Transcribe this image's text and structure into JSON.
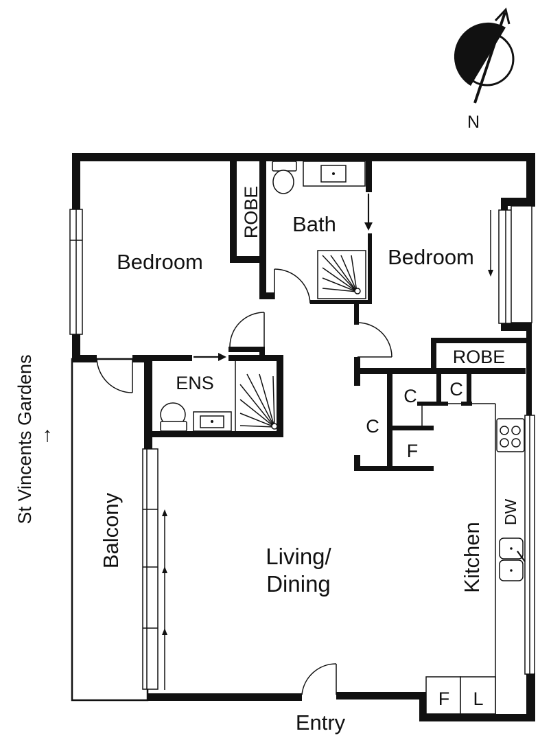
{
  "compass": {
    "label": "N"
  },
  "street": {
    "label": "St Vincents Gardens",
    "arrow": "↑"
  },
  "rooms": {
    "bedroom_left": "Bedroom",
    "robe_left": "ROBE",
    "bath": "Bath",
    "bedroom_right": "Bedroom",
    "ensuite": "ENS",
    "robe_right": "ROBE",
    "cupboard_1": "C",
    "cupboard_2": "C",
    "cupboard_3": "C",
    "fridge_upper": "F",
    "balcony": "Balcony",
    "living_line1": "Living/",
    "living_line2": "Dining",
    "kitchen": "Kitchen",
    "dishwasher": "DW",
    "fridge_lower": "F",
    "laundry": "L",
    "entry": "Entry"
  }
}
